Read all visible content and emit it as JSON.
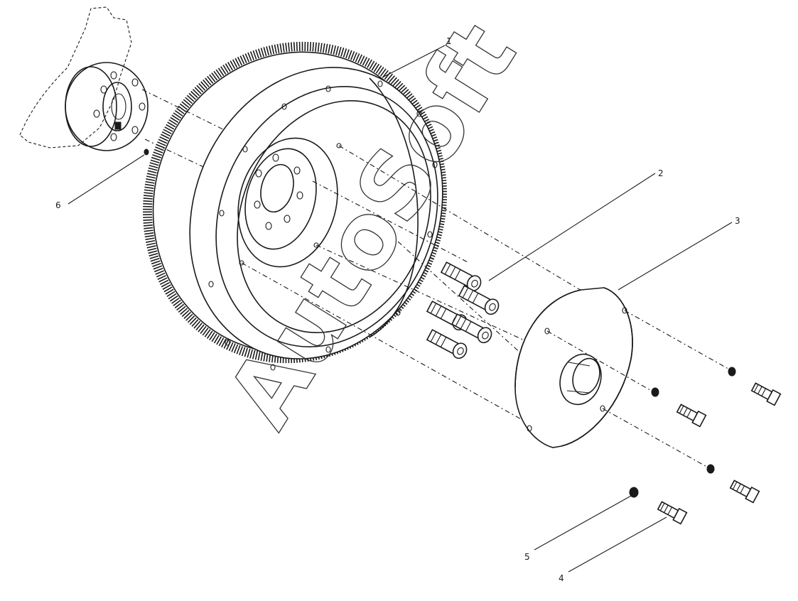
{
  "callouts": [
    {
      "id": "1",
      "label": "1"
    },
    {
      "id": "2",
      "label": "2"
    },
    {
      "id": "3",
      "label": "3"
    },
    {
      "id": "4",
      "label": "4"
    },
    {
      "id": "5",
      "label": "5"
    },
    {
      "id": "6",
      "label": "6"
    }
  ],
  "watermark": "AutoSoft",
  "colors": {
    "line": "#1a1a1a",
    "background": "#ffffff"
  }
}
